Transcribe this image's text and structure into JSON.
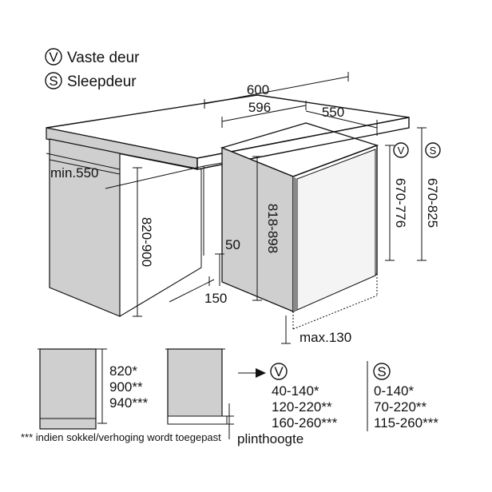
{
  "legend": {
    "fixed_symbol": "V",
    "fixed_label": "Vaste deur",
    "sliding_symbol": "S",
    "sliding_label": "Sleepdeur"
  },
  "dimensions": {
    "width_600": "600",
    "width_596": "596",
    "depth_550": "550",
    "min_550": "min.550",
    "niche_height": "820-900",
    "appliance_height": "818-898",
    "plinth_50": "50",
    "plinth_150": "150",
    "max_130": "max.130",
    "fixed_range": "670-776",
    "sliding_range": "670-825"
  },
  "bottom": {
    "heights": [
      "820*",
      "900**",
      "940***"
    ],
    "fixed_values": [
      "40-140*",
      "120-220**",
      "160-260***"
    ],
    "sliding_values": [
      "0-140*",
      "70-220**",
      "115-260***"
    ],
    "footnote": "*** indien sokkel/verhoging wordt toegepast",
    "plinth_label": "plinthoogte"
  }
}
